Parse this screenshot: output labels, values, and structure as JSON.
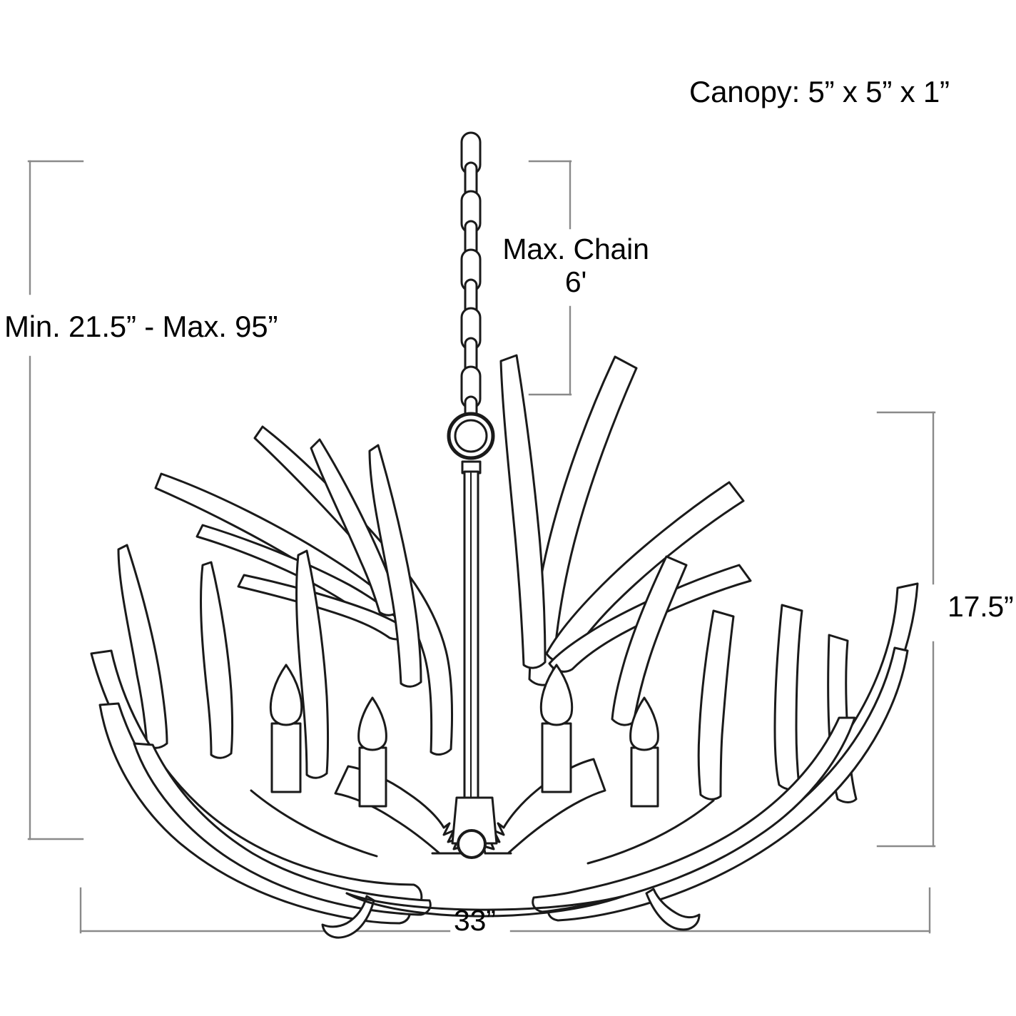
{
  "drawing": {
    "subject": "antler-chandelier",
    "style": "technical line drawing",
    "line_color": "#1a1a1a",
    "dimension_line_color": "#8a8a8a",
    "background_color": "#ffffff",
    "candle_count_visible": 4
  },
  "annotations": {
    "canopy": {
      "text": "Canopy: 5” x  5” x 1”"
    },
    "max_chain": {
      "line1": "Max. Chain",
      "line2": "6'"
    },
    "overall_height_range": {
      "text": "Min. 21.5” - Max. 95”"
    },
    "fixture_height": {
      "text": "17.5”"
    },
    "fixture_width": {
      "text": "33”"
    }
  },
  "dimensions": {
    "canopy_width_in": 5,
    "canopy_depth_in": 5,
    "canopy_height_in": 1,
    "max_chain_ft": 6,
    "min_overall_in": 21.5,
    "max_overall_in": 95,
    "fixture_height_in": 17.5,
    "fixture_width_in": 33
  }
}
